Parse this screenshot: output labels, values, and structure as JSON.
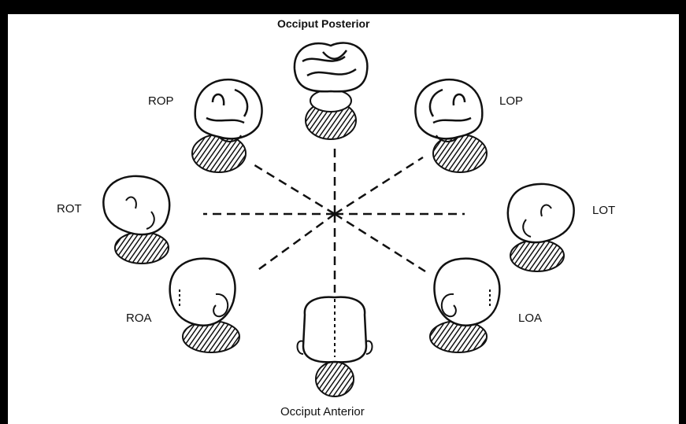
{
  "diagram": {
    "positions": {
      "top": "Occiput Posterior",
      "bottom": "Occiput  Anterior",
      "rop": "ROP",
      "lop": "LOP",
      "rot": "ROT",
      "lot": "LOT",
      "roa": "ROA",
      "loa": "LOA"
    }
  }
}
